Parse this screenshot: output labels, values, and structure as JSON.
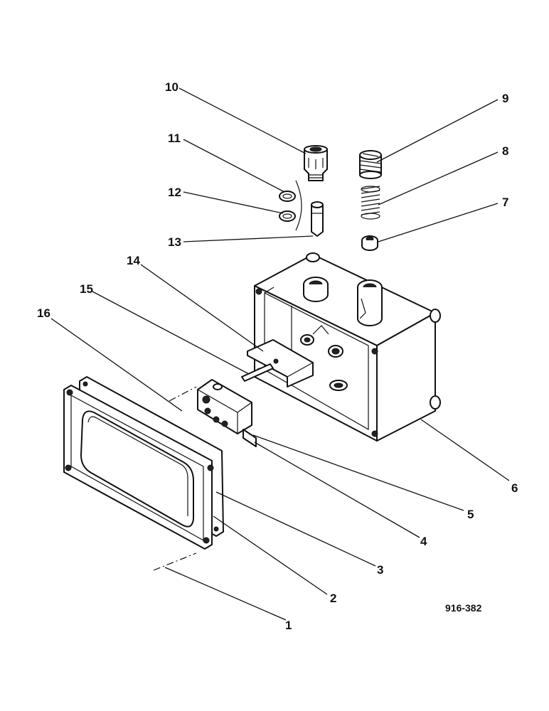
{
  "figure": {
    "reference": "916-382",
    "callouts": [
      {
        "id": "1"
      },
      {
        "id": "2"
      },
      {
        "id": "3"
      },
      {
        "id": "4"
      },
      {
        "id": "5"
      },
      {
        "id": "6"
      },
      {
        "id": "7"
      },
      {
        "id": "8"
      },
      {
        "id": "9"
      },
      {
        "id": "10"
      },
      {
        "id": "11"
      },
      {
        "id": "12"
      },
      {
        "id": "13"
      },
      {
        "id": "14"
      },
      {
        "id": "15"
      },
      {
        "id": "16"
      }
    ]
  }
}
